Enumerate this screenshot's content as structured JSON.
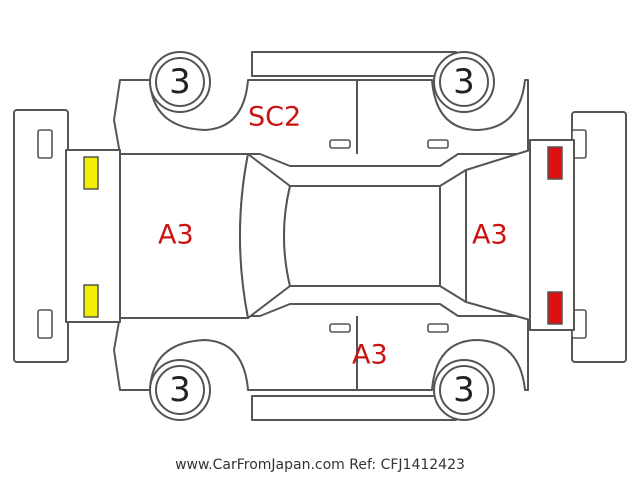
{
  "tire_labels": {
    "front_left": "3",
    "front_right": "3",
    "rear_left": "3",
    "rear_right": "3"
  },
  "damage_labels": {
    "left_side": "SC2",
    "front": "A3",
    "rear": "A3",
    "right_side": "A3"
  },
  "colors": {
    "front_lights": "#f2ee00",
    "rear_lights": "#dd1111",
    "damage_text": "#cc1111"
  },
  "footer": {
    "site": "www.CarFromJapan.com",
    "ref": "Ref: CFJ1412423"
  }
}
